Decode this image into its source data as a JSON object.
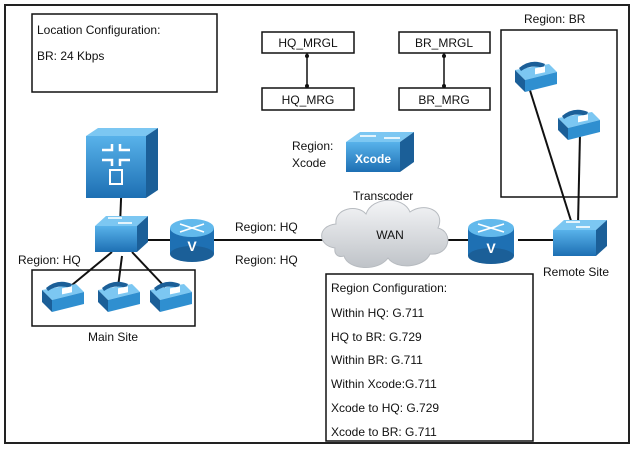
{
  "location_config": {
    "title": "Location Configuration:",
    "line": "BR: 24 Kbps"
  },
  "mrgl": {
    "hq_mrgl": "HQ_MRGL",
    "hq_mrg": "HQ_MRG",
    "br_mrgl": "BR_MRGL",
    "br_mrg": "BR_MRG"
  },
  "remote_region": {
    "label": "Region: BR"
  },
  "transcoder": {
    "region_line1": "Region:",
    "region_line2": "Xcode",
    "device_text": "Xcode",
    "label": "Transcoder"
  },
  "wan": {
    "label": "WAN",
    "link_label_top": "Region: HQ",
    "link_label_bottom": "Region: HQ"
  },
  "main_site": {
    "region_label": "Region: HQ",
    "label": "Main Site"
  },
  "remote_site": {
    "label": "Remote Site"
  },
  "router_symbol": "V",
  "region_config": {
    "title": "Region Configuration:",
    "lines": [
      "Within HQ: G.711",
      "HQ to BR: G.729",
      "Within BR: G.711",
      "Within Xcode:G.711",
      "Xcode to HQ: G.729",
      "Xcode to BR: G.711"
    ]
  },
  "colors": {
    "device_blue": "#2f8fd0",
    "device_top": "#62b9ec",
    "device_dark": "#1b5f98",
    "cloud": "#d7d9dc"
  }
}
